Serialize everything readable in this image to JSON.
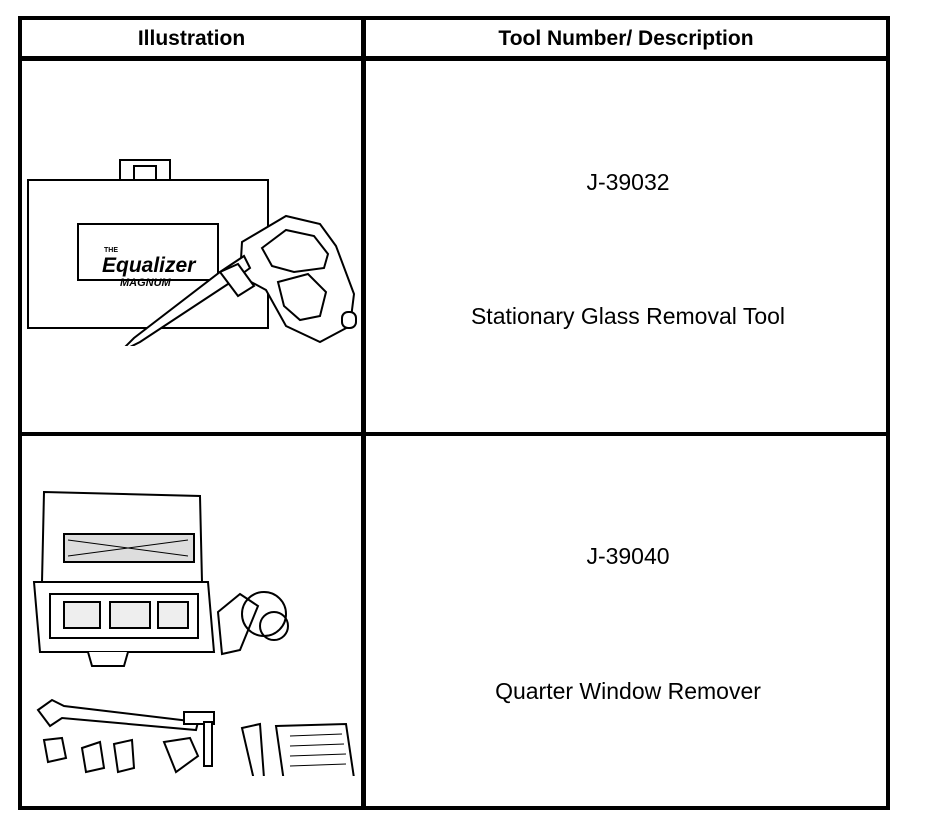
{
  "table": {
    "headers": {
      "illustration": "Illustration",
      "description": "Tool Number/ Description"
    },
    "rows": [
      {
        "tool_number": "J-39032",
        "description": "Stationary Glass Removal Tool",
        "illustration": {
          "icon": "stationary-glass-removal-tool-illustration",
          "logo_small": "THE",
          "logo_main": "Equalizer",
          "logo_sub": "MAGNUM"
        }
      },
      {
        "tool_number": "J-39040",
        "description": "Quarter Window Remover",
        "illustration": {
          "icon": "quarter-window-remover-kit-illustration"
        }
      }
    ]
  }
}
